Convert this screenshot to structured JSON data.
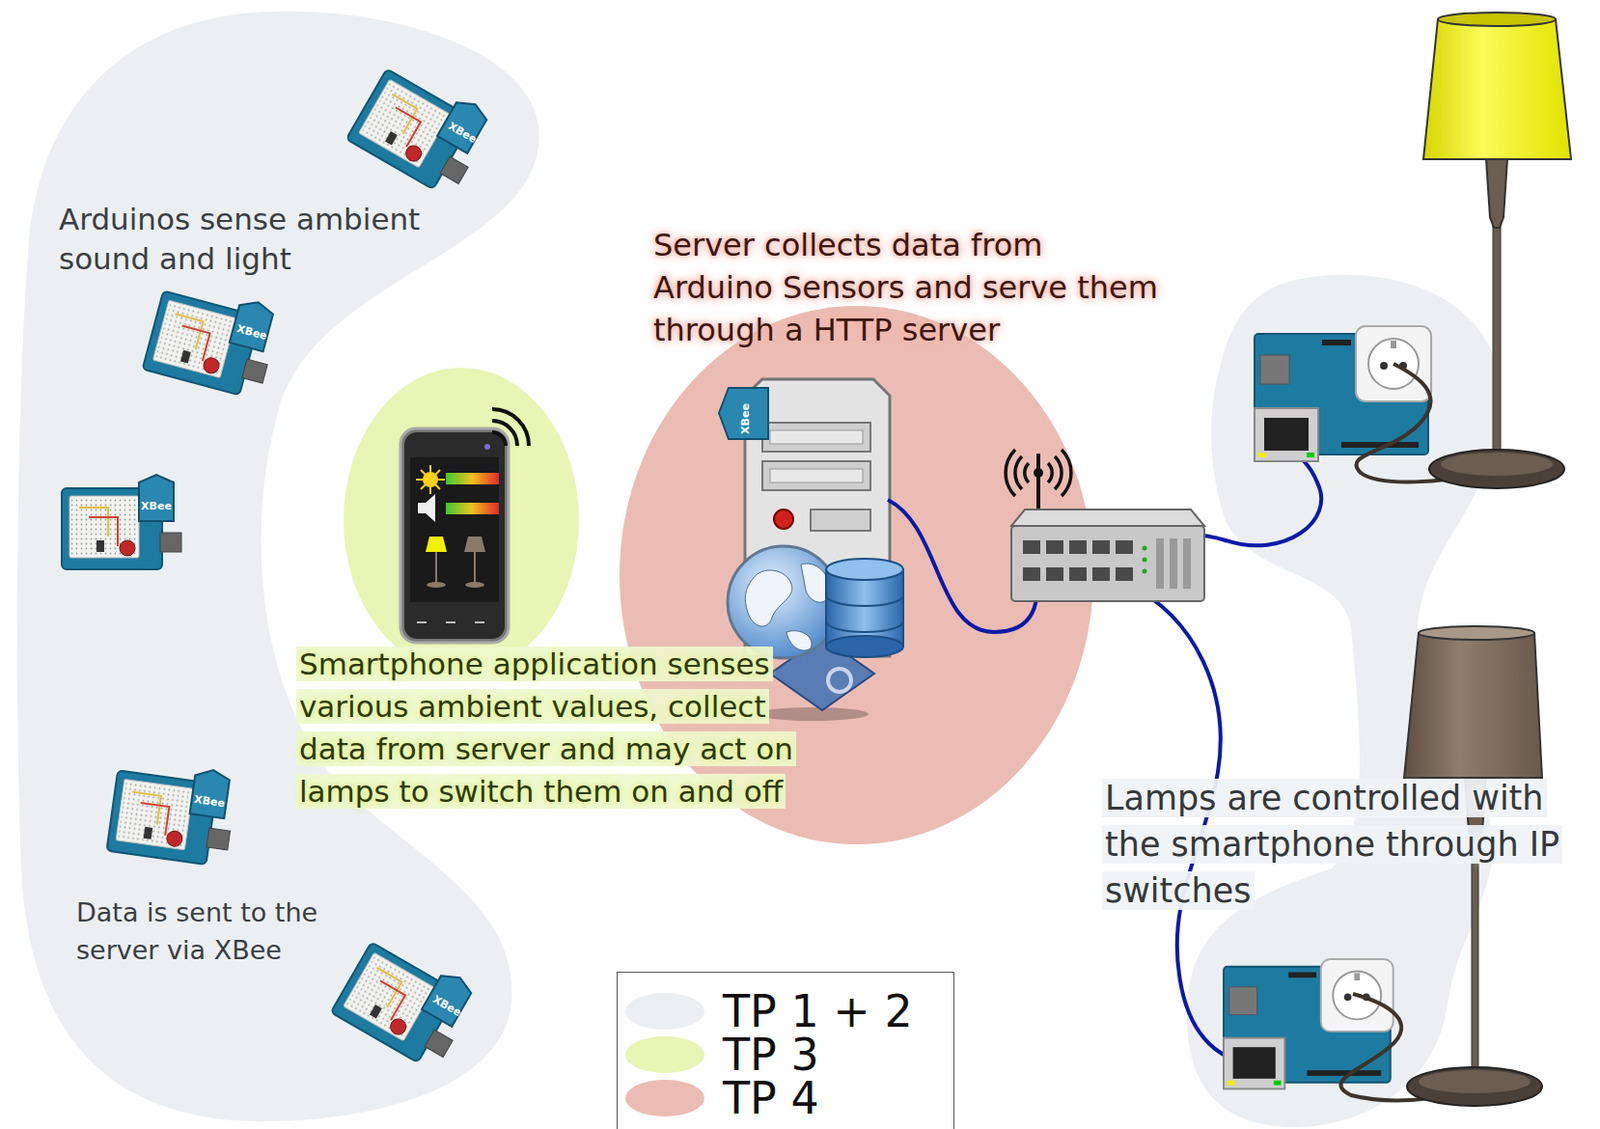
{
  "diagram": {
    "nodes": [
      {
        "text": [
          "Arduinos sense ambient sound and light",
          "Data is sent to the server via XBee"
        ]
      },
      {
        "text": [
          "Server collects data from Arduino Sensors and serve them through a HTTP server"
        ]
      },
      {
        "text": [
          "Smartphone application senses various ambient values, collect data from server and may act on lamps to switch them on and off"
        ]
      },
      {
        "text": [
          "Lamps are controlled with the smartphone through IP switches"
        ]
      }
    ],
    "labels": [
      "XBee",
      "XBee",
      "XBee",
      "XBee",
      "XBee",
      "XBee"
    ],
    "legend": [
      {
        "text": "TP 1 + 2",
        "color": "#eceff1"
      },
      {
        "text": "TP 3",
        "color": "#e8f5b4"
      },
      {
        "text": "TP 4",
        "color": "#ebbcb3"
      }
    ]
  }
}
